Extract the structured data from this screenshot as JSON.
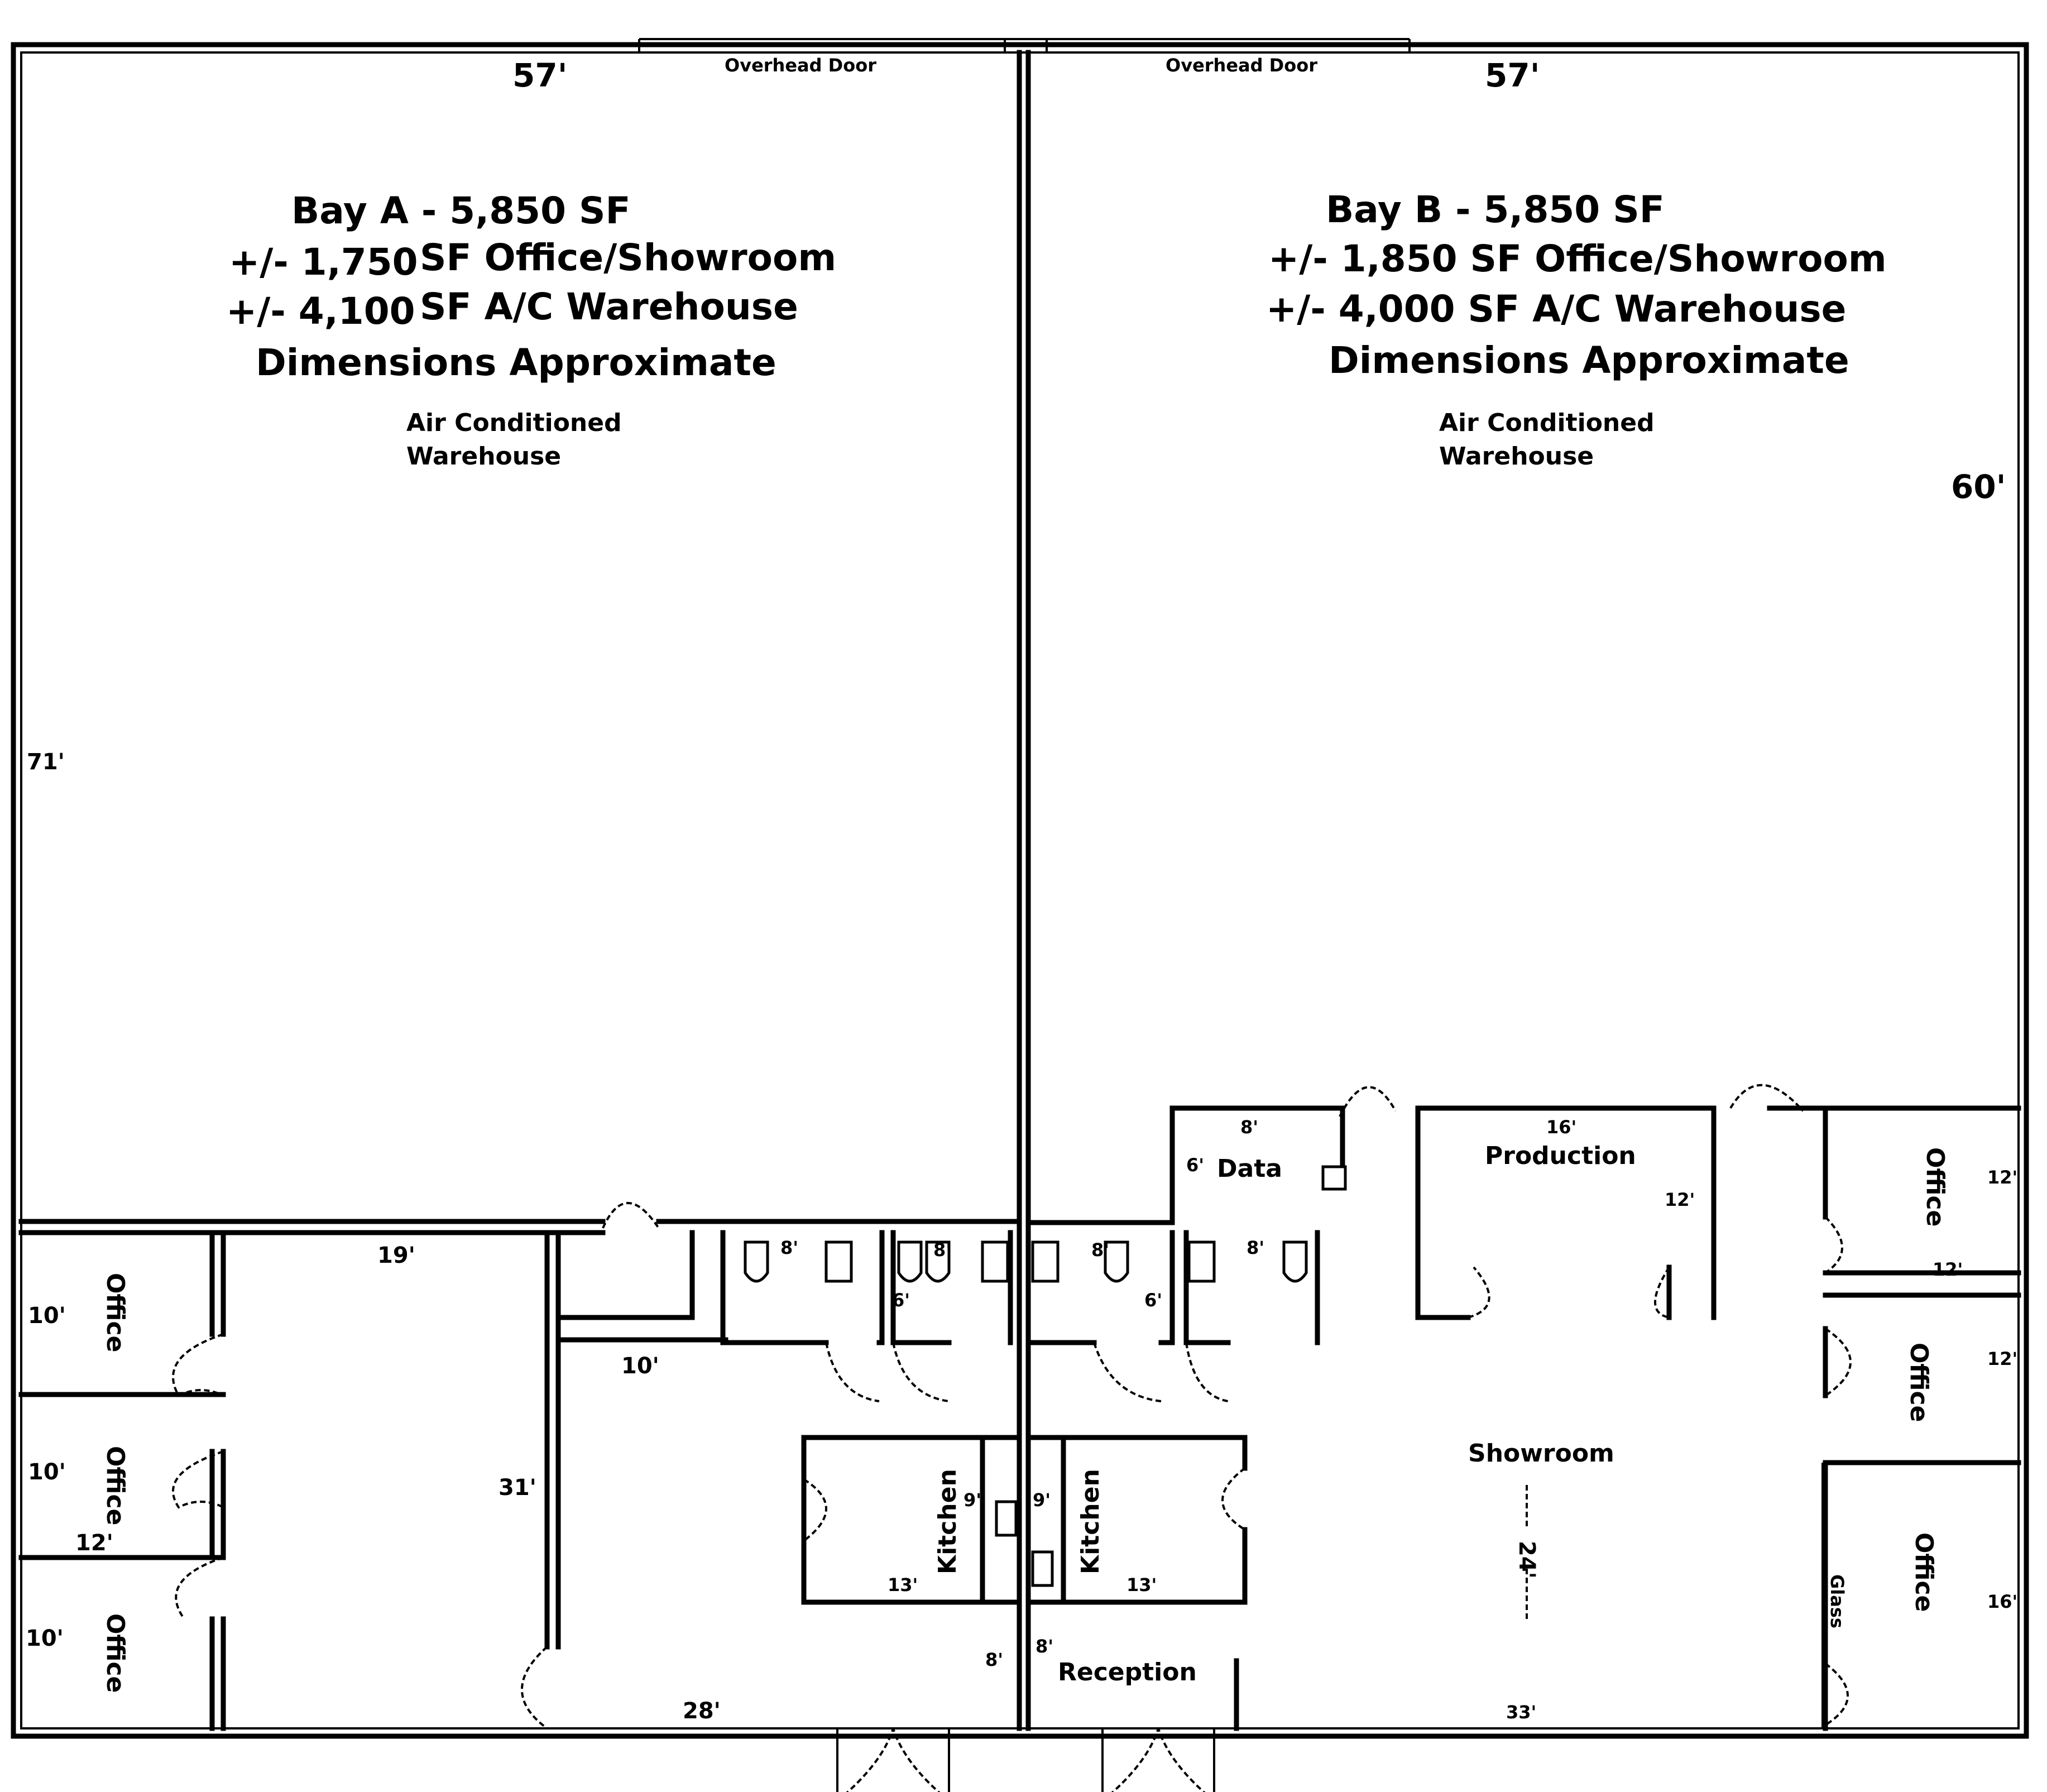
{
  "bay_a": {
    "width_top": "57'",
    "overhead_door": "Overhead Door",
    "title": "Bay A - 5,850 SF",
    "office_prefix": "+/- 1,750",
    "office_text": "SF Office/Showroom",
    "warehouse_prefix": "+/- 4,100",
    "warehouse_text": "SF A/C Warehouse",
    "dimensions_note": "Dimensions Approximate",
    "ac_line1": "Air Conditioned",
    "ac_line2": "Warehouse",
    "depth": "71'"
  },
  "bay_b": {
    "width_top": "57'",
    "overhead_door": "Overhead Door",
    "title": "Bay B - 5,850 SF",
    "office_line": "+/- 1,850 SF Office/Showroom",
    "warehouse_line": "+/- 4,000 SF A/C Warehouse",
    "dimensions_note": "Dimensions Approximate",
    "ac_line1": "Air Conditioned",
    "ac_line2": "Warehouse",
    "depth": "60'"
  },
  "bay_a_rooms": {
    "office_1": "Office",
    "office_1_dim": "10'",
    "office_2": "Office",
    "office_2_dim": "10'",
    "office_2_width": "12'",
    "office_3": "Office",
    "office_3_dim": "10'",
    "corridor_width": "19'",
    "corridor_length": "31'",
    "hall_width": "10'",
    "front_width": "28'",
    "bath_1_dim": "8'",
    "bath_2_dim": "8'",
    "bath_depth": "6'",
    "kitchen": "Kitchen",
    "kitchen_width": "9'",
    "kitchen_length": "13'",
    "entry_dim": "8'"
  },
  "bay_b_rooms": {
    "bath_1_dim": "8'",
    "bath_2_dim": "8'",
    "bath_depth": "6'",
    "data": "Data",
    "data_width": "8'",
    "data_depth": "6'",
    "production": "Production",
    "production_width": "16'",
    "production_depth": "12'",
    "kitchen": "Kitchen",
    "kitchen_width": "9'",
    "kitchen_length": "13'",
    "reception": "Reception",
    "reception_dim": "8'",
    "showroom": "Showroom",
    "showroom_depth": "24'",
    "showroom_width": "33'",
    "office_1": "Office",
    "office_1_dim": "12'",
    "office_1_width": "12'",
    "office_2": "Office",
    "office_2_dim": "12'",
    "office_3": "Office",
    "office_3_dim": "16'",
    "glass": "Glass"
  }
}
